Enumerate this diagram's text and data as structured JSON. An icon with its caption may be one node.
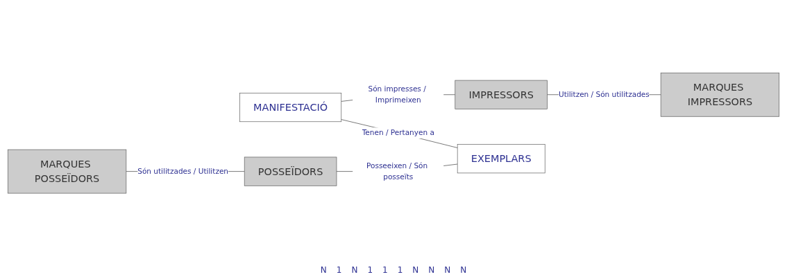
{
  "diagram": {
    "nodes": [
      {
        "text": [
          "MARQUES POSSEÏDORS"
        ]
      },
      {
        "text": [
          "MANIFESTACIÓ"
        ]
      },
      {
        "text": [
          "IMPRESSORS"
        ]
      },
      {
        "text": [
          "POSSEÏDORS"
        ]
      },
      {
        "text": [
          "EXEMPLARS"
        ]
      },
      {
        "text": [
          "MARQUES IMPRESSORS"
        ]
      }
    ],
    "edges": [
      {
        "from": 0,
        "to": 3,
        "arrow": "none",
        "label": "Són utilitzades / Utilitzen"
      },
      {
        "from": 1,
        "to": 2,
        "arrow": "none",
        "label": "Són impresses / Imprimeixen"
      },
      {
        "from": 1,
        "to": 4,
        "arrow": "none",
        "label": "Tenen / Pertanyen a"
      },
      {
        "from": 2,
        "to": 5,
        "arrow": "none",
        "label": "Utilitzen / Són utilitzades"
      },
      {
        "from": 3,
        "to": 4,
        "arrow": "none",
        "label": "Posseeixen / Són posseïts"
      }
    ],
    "labels": [
      "N",
      "1",
      "N",
      "1",
      "1",
      "1",
      "N",
      "N",
      "N",
      "N"
    ]
  }
}
